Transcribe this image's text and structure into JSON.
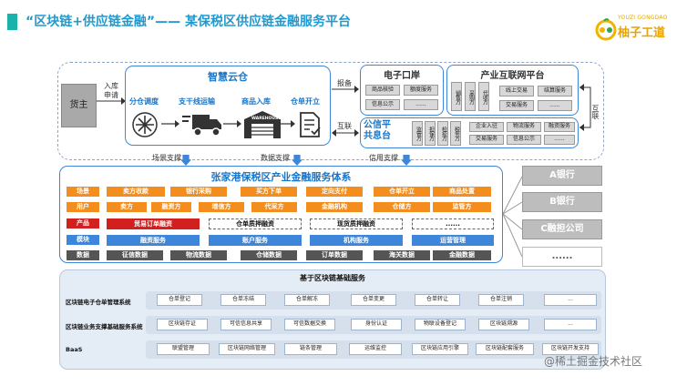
{
  "header": {
    "title": "“区块链+供应链金融”—— 某保税区供应链金融服务平台"
  },
  "logo": {
    "small_text": "YOUZI GONGDAO",
    "name": "柚子工道",
    "accent": "#f0b400"
  },
  "top": {
    "owner": "货主",
    "inbound": [
      "入库",
      "申请"
    ],
    "cloud": {
      "title": "智慧云仓",
      "steps": [
        "分仓调度",
        "支干线运输",
        "商品入库",
        "仓单开立"
      ],
      "icons": [
        "move-arrows-icon",
        "truck-icon",
        "warehouse-icon",
        "receipt-icon"
      ],
      "warehouse_text": "WAREHOUSE"
    },
    "declare": "报备",
    "interconnect": "互联",
    "interconnect_right": "互联",
    "port": {
      "title": "电子口岸",
      "cells": [
        "商品核验",
        "额度服务",
        "信息公示",
        "......"
      ]
    },
    "platform": {
      "title": "产业互联网平台",
      "vcells": [
        "销售方",
        "采购方",
        "代收方"
      ],
      "cells": [
        "线上交易",
        "结算服务",
        "交易服务",
        "......"
      ]
    },
    "credit": {
      "title": [
        "公信平",
        "共息台"
      ],
      "vcells": [
        "监管方",
        "担保方",
        "检疫方",
        "税务方"
      ],
      "cells": [
        "企业入驻",
        "物流服务",
        "融资服务",
        "交易服务",
        "信息公示",
        "......"
      ]
    },
    "supports": [
      "场景支撑",
      "数据支撑",
      "信用支撑"
    ]
  },
  "finance": {
    "title": "张家港保税区产业金融服务体系",
    "rows": [
      {
        "tag": "场景",
        "tag_color": "#f28d1e",
        "items": [
          "卖方收款",
          "银行采购",
          "买方下单",
          "定向支付",
          "仓单开立",
          "商品处置"
        ]
      },
      {
        "tag": "用户",
        "tag_color": "#f28d1e",
        "items": [
          "卖方",
          "融资方",
          "增信方",
          "代采方",
          "金融机构",
          "仓储方",
          "监管方"
        ]
      }
    ],
    "product": {
      "tag": "产品",
      "items": [
        "贸易订单融资",
        "仓单质押融资",
        "现货质押融资",
        "......"
      ]
    },
    "module": {
      "tag": "模块",
      "items": [
        "融资服务",
        "账户服务",
        "机构服务",
        "运营管理"
      ]
    },
    "data": {
      "tag": "数据",
      "items": [
        "征信数据",
        "物流数据",
        "仓储数据",
        "订单数据",
        "海关数据",
        "金融数据"
      ]
    }
  },
  "banks": [
    "A银行",
    "B银行",
    "C融担公司",
    "......"
  ],
  "base": {
    "title": "基于区块链基础服务",
    "rows": [
      {
        "name": "区块链电子仓单管理系统",
        "items": [
          "仓单登记",
          "仓单冻结",
          "仓单解冻",
          "仓单变更",
          "仓单转让",
          "仓单注销",
          "..."
        ]
      },
      {
        "name": "区块链业务支撑基础服务系统",
        "items": [
          "区块链存证",
          "可信信息共享",
          "可信数据交换",
          "身份认证",
          "物联设备登记",
          "区块链溯源",
          "..."
        ]
      },
      {
        "name": "BaaS",
        "items": [
          "联盟管理",
          "区块链网络管理",
          "链条管理",
          "运维监控",
          "区块链应用引擎",
          "区块链配套服务",
          "区块链开发支持"
        ]
      }
    ]
  },
  "watermark": "@稀土掘金技术社区"
}
